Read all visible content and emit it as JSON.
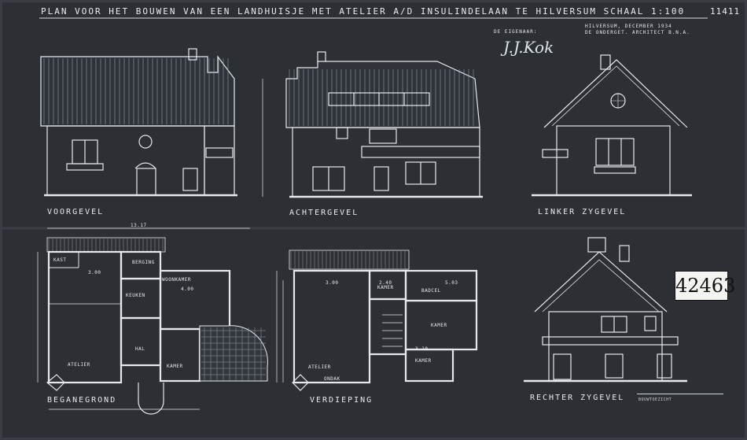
{
  "header": {
    "title": "PLAN VOOR HET BOUWEN VAN EEN LANDHUISJE MET ATELIER A/D INSULINDELAAN TE HILVERSUM   SCHAAL 1:100",
    "sheet_number": "11411",
    "approval": "DE EIGENAAR:",
    "place_date": "HILVERSUM, DECEMBER 1934",
    "architect": "DE ONDERGET. ARCHITECT B.N.A.",
    "signature": "J.J.Kok"
  },
  "stamp": {
    "number": "42463"
  },
  "captions": {
    "front": "VOORGEVEL",
    "rear": "ACHTERGEVEL",
    "left": "LINKER ZYGEVEL",
    "right": "RECHTER ZYGEVEL",
    "ground": "BEGANEGROND",
    "upper": "VERDIEPING"
  },
  "rooms": {
    "kast": "KAST",
    "berging": "BERGING",
    "woonkamer": "WOONKAMER",
    "keuken": "KEUKEN",
    "atelier": "ATELIER",
    "hal": "HAL",
    "kamer": "KAMER",
    "badcel": "BADCEL",
    "ondak": "ONDAK"
  },
  "dimensions": {
    "ground_width": "13.17",
    "d300": "3.00",
    "d400": "4.00",
    "d503": "5.03",
    "d240": "2.40",
    "d310": "3.10"
  },
  "footer": {
    "label": "BOUWTOEZICHT"
  }
}
